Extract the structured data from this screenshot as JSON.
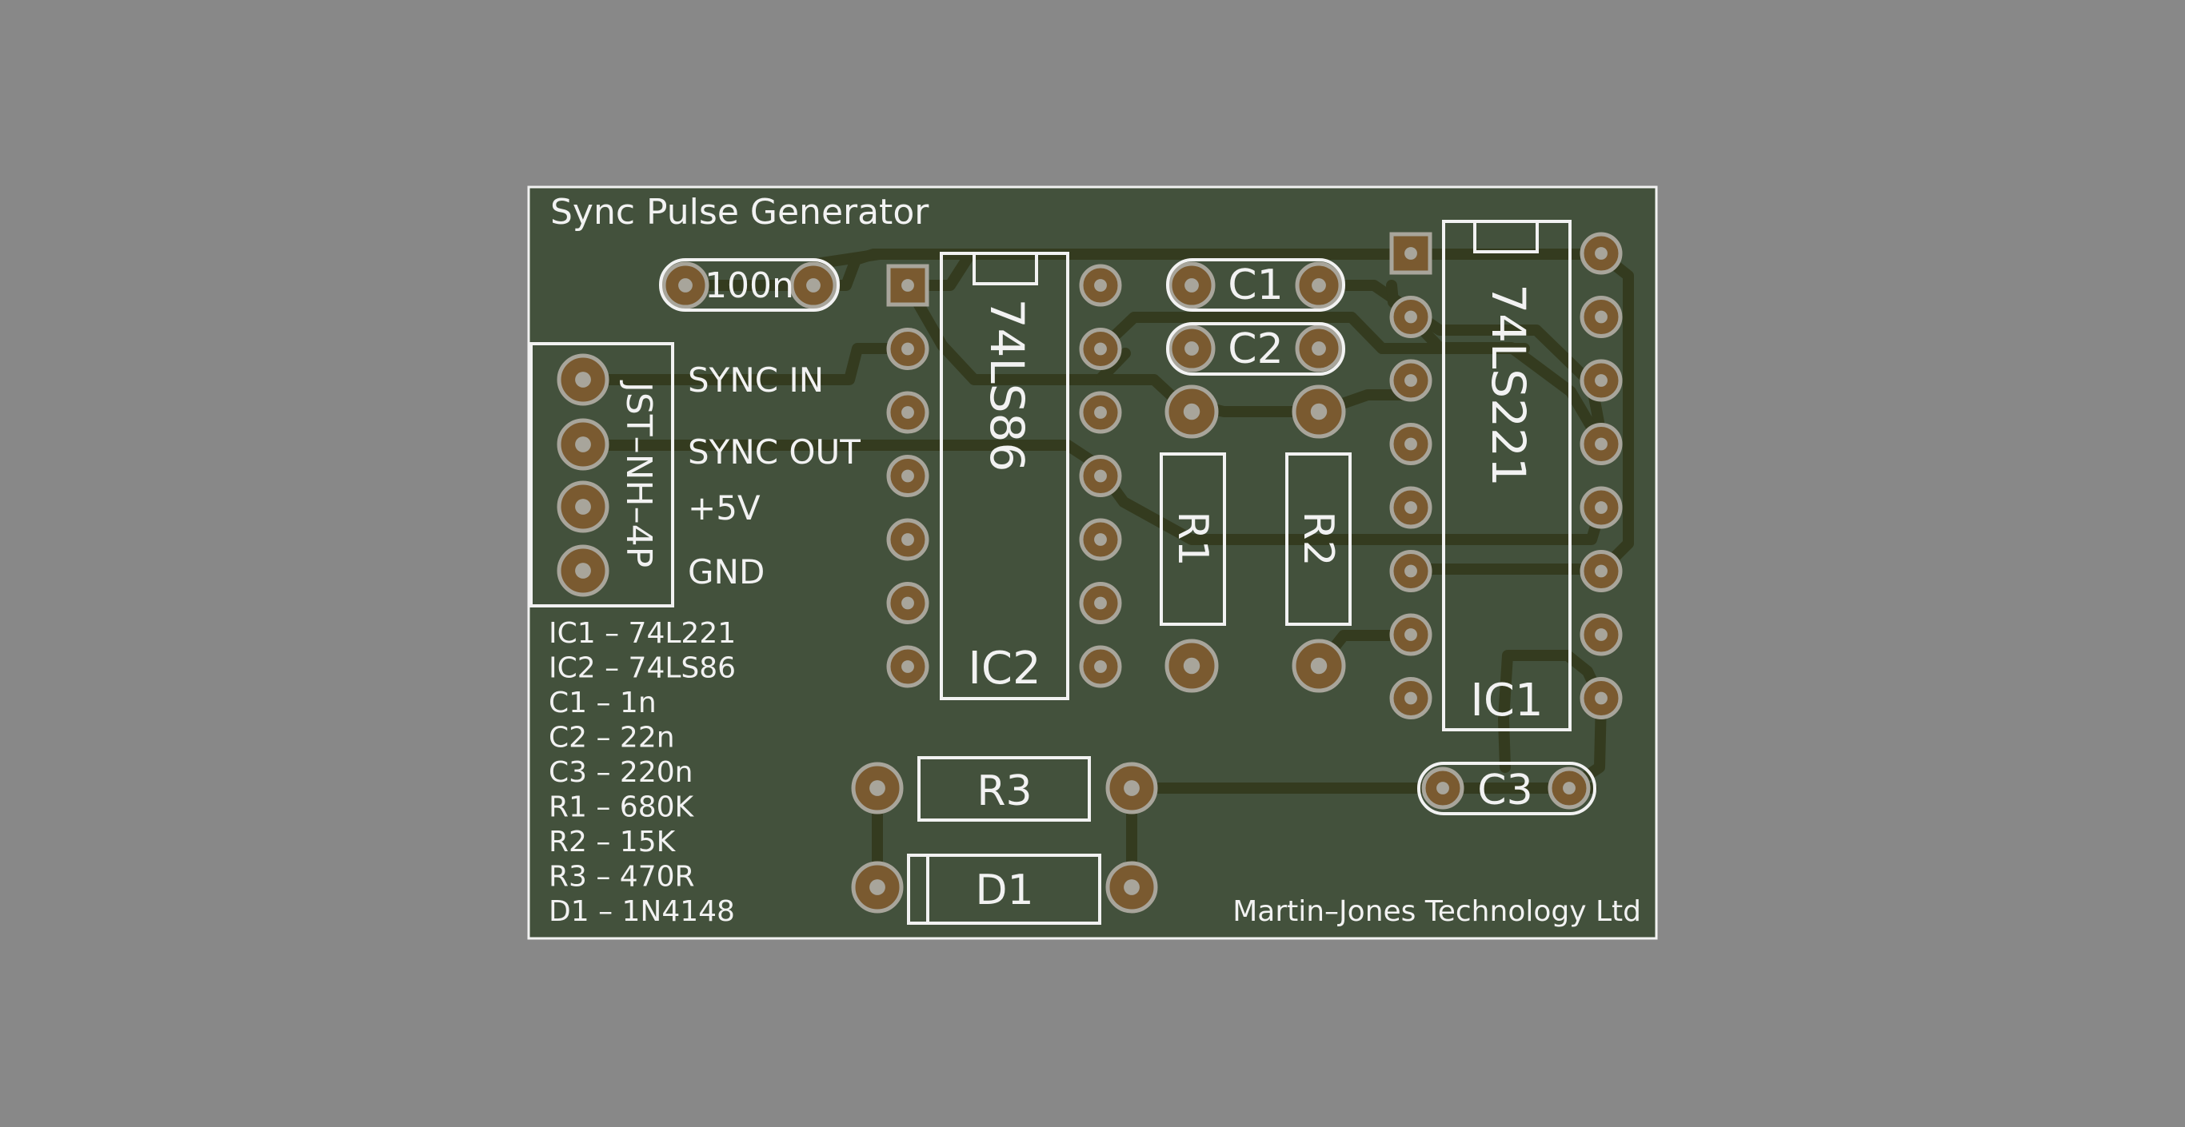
{
  "board": {
    "title": "Sync Pulse Generator",
    "maker": "Martin–Jones Technology Ltd",
    "colors": {
      "background": "#888888",
      "board": "#43513c",
      "silkscreen": "#f2f2f2",
      "copper": "#7a5a30",
      "pad_ring": "#a8a59b",
      "trace": "#343b1f"
    }
  },
  "connector": {
    "label": "JST–NH–4P",
    "pins": [
      "SYNC IN",
      "SYNC OUT",
      "+5V",
      "GND"
    ]
  },
  "components": {
    "ic2": {
      "ref": "IC2",
      "value": "74LS86"
    },
    "ic1": {
      "ref": "IC1",
      "value": "74LS221"
    },
    "c_top": {
      "value": "100n"
    },
    "c1": {
      "ref": "C1"
    },
    "c2": {
      "ref": "C2"
    },
    "c3": {
      "ref": "C3"
    },
    "r1": {
      "ref": "R1"
    },
    "r2": {
      "ref": "R2"
    },
    "r3": {
      "ref": "R3"
    },
    "d1": {
      "ref": "D1"
    }
  },
  "bom": [
    "IC1 – 74L221",
    "IC2 – 74LS86",
    "C1 – 1n",
    "C2 – 22n",
    "C3 – 220n",
    "R1 – 680K",
    "R2 – 15K",
    "R3 – 470R",
    "D1 – 1N4148"
  ]
}
